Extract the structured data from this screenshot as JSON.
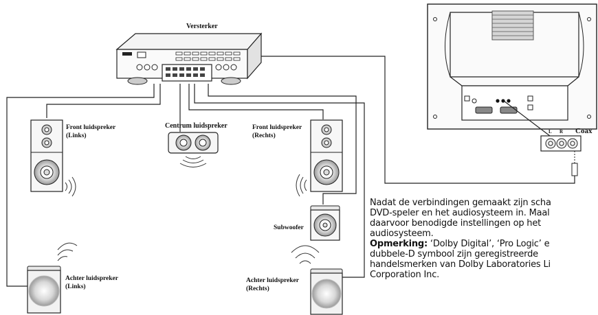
{
  "labels": {
    "amplifier": "Versterker",
    "front_left_1": "Front luidspreker",
    "front_left_2": "(Links)",
    "center": "Centrum luidspreker",
    "front_right_1": "Front luidspreker",
    "front_right_2": "(Rechts)",
    "subwoofer": "Subwoofer",
    "rear_left_1": "Achter luidspreker",
    "rear_left_2": "(Links)",
    "rear_right_1": "Achter luidspreker",
    "rear_right_2": "(Rechts)",
    "coax": "Coax",
    "jack_l": "L",
    "jack_r": "R"
  },
  "text": {
    "line1": "Nadat de verbindingen gemaakt zijn scha",
    "line2": "DVD-speler en het audiosysteem in. Maal",
    "line3": "daarvoor benodigde instellingen op het",
    "line4": "audiosysteem.",
    "note_label": "Opmerking:",
    "line5_rest": " ‘Dolby Digital’, ‘Pro Logic’ e",
    "line6": "dubbele-D symbool zijn geregistreerde",
    "line7": "handelsmerken van Dolby Laboratories Li",
    "line8": "Corporation Inc."
  }
}
